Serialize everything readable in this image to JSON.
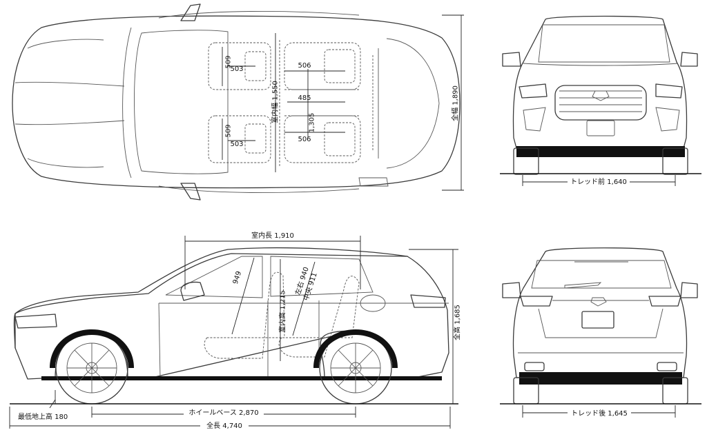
{
  "top_view": {
    "seat_width_front": "509",
    "seat_depth_front": "503",
    "seat_width_rear": "509",
    "seat_depth_rear": "503",
    "second_row_width_top": "506",
    "second_row_width_bottom": "506",
    "second_row_gap": "485",
    "second_row_span": "1,305",
    "interior_width": "室内幅 1,550",
    "overall_width": "全幅 1,890"
  },
  "front_view": {
    "tread_front": "トレッド前 1,640"
  },
  "side_view": {
    "interior_length": "室内長 1,910",
    "interior_height": "室内高 1,215",
    "headroom_front": "949",
    "headroom_rear_1": "左右 940",
    "headroom_rear_2": "中央 911",
    "overall_height": "全高 1,685",
    "ground_clearance": "最低地上高 180",
    "wheelbase": "ホイールベース 2,870",
    "overall_length": "全長 4,740"
  },
  "rear_view": {
    "tread_rear": "トレッド後 1,645"
  }
}
